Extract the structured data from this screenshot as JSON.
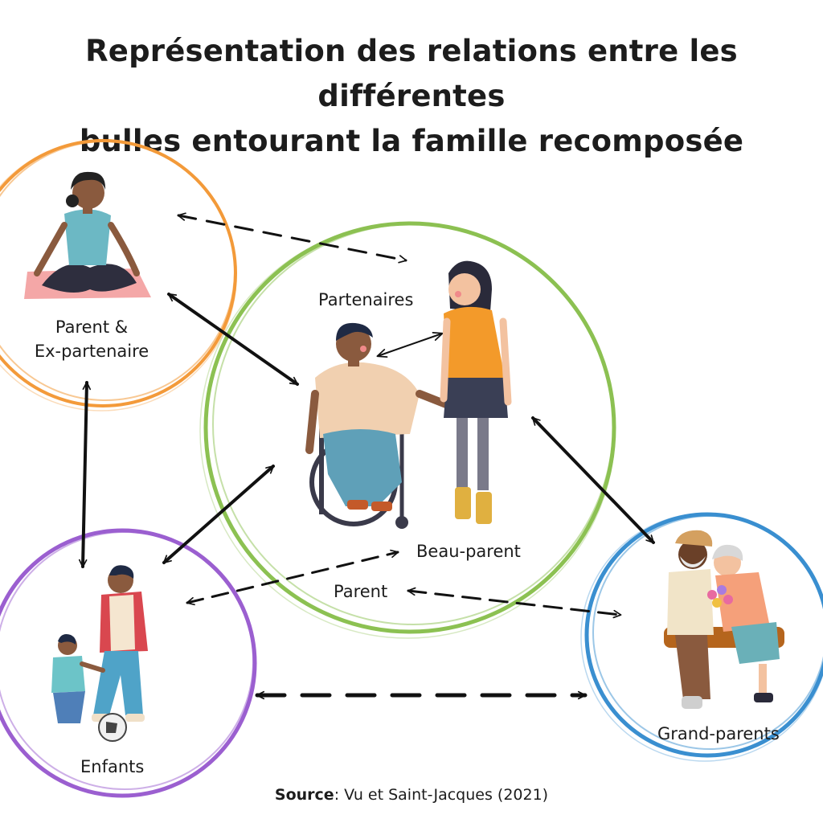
{
  "title": {
    "line1": "Représentation des relations entre les différentes",
    "line2": "bulles entourant la famille recomposée"
  },
  "bubbles": {
    "parent_ex": {
      "label_line1": "Parent &",
      "label_line2": "Ex-partenaire",
      "color": "#f39a3a"
    },
    "couple": {
      "label_partners": "Partenaires",
      "label_stepparent": "Beau-parent",
      "label_parent": "Parent",
      "color": "#8cc152"
    },
    "children": {
      "label": "Enfants",
      "color": "#9b5fd0"
    },
    "grandparents": {
      "label": "Grand-parents",
      "color": "#3a8fd0"
    }
  },
  "source": {
    "prefix": "Source",
    "text": ": Vu et Saint-Jacques (2021)"
  }
}
